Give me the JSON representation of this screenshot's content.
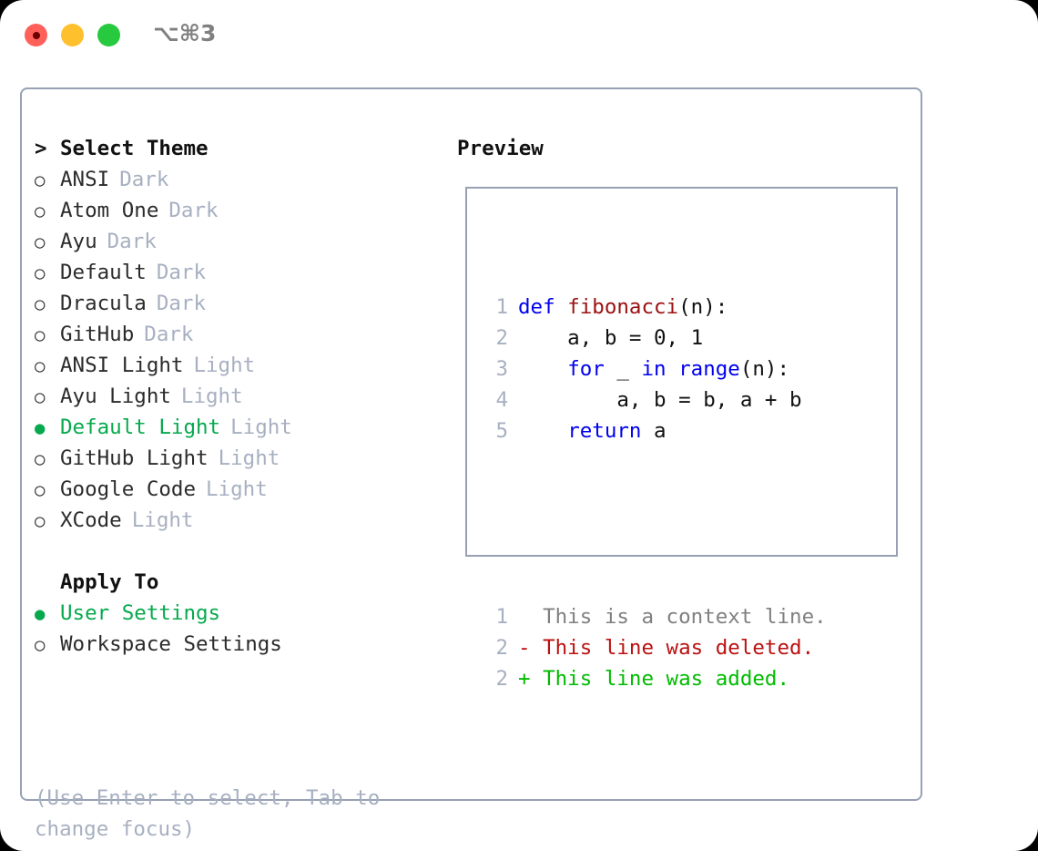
{
  "titlebar": {
    "shortcut": "⌥⌘3",
    "buttons": [
      {
        "name": "close",
        "color": "#ff6059"
      },
      {
        "name": "minimize",
        "color": "#ffc02e"
      },
      {
        "name": "maximize",
        "color": "#27c93f"
      }
    ]
  },
  "theme_section": {
    "header": "Select Theme",
    "caret": ">",
    "bullet_empty": "○",
    "bullet_filled": "●",
    "items": [
      {
        "label": "ANSI",
        "tag": "Dark",
        "selected": false
      },
      {
        "label": "Atom One",
        "tag": "Dark",
        "selected": false
      },
      {
        "label": "Ayu",
        "tag": "Dark",
        "selected": false
      },
      {
        "label": "Default",
        "tag": "Dark",
        "selected": false
      },
      {
        "label": "Dracula",
        "tag": "Dark",
        "selected": false
      },
      {
        "label": "GitHub",
        "tag": "Dark",
        "selected": false
      },
      {
        "label": "ANSI Light",
        "tag": "Light",
        "selected": false
      },
      {
        "label": "Ayu Light",
        "tag": "Light",
        "selected": false
      },
      {
        "label": "Default Light",
        "tag": "Light",
        "selected": true
      },
      {
        "label": "GitHub Light",
        "tag": "Light",
        "selected": false
      },
      {
        "label": "Google Code",
        "tag": "Light",
        "selected": false
      },
      {
        "label": "XCode",
        "tag": "Light",
        "selected": false
      }
    ]
  },
  "apply_section": {
    "header": "Apply To",
    "items": [
      {
        "label": "User Settings",
        "selected": true
      },
      {
        "label": "Workspace Settings",
        "selected": false
      }
    ]
  },
  "hint": {
    "line1": "(Use Enter to select, Tab to",
    "line2": "change focus)"
  },
  "preview": {
    "title": "Preview",
    "code_lines": [
      {
        "num": "1",
        "tokens": [
          {
            "text": "def ",
            "kind": "kw"
          },
          {
            "text": "fibonacci",
            "kind": "fn"
          },
          {
            "text": "(n):",
            "kind": "txt"
          }
        ]
      },
      {
        "num": "2",
        "tokens": [
          {
            "text": "    a, b = 0, 1",
            "kind": "txt"
          }
        ]
      },
      {
        "num": "3",
        "tokens": [
          {
            "text": "    ",
            "kind": "txt"
          },
          {
            "text": "for",
            "kind": "kw"
          },
          {
            "text": " _ ",
            "kind": "txt"
          },
          {
            "text": "in range",
            "kind": "kw"
          },
          {
            "text": "(n):",
            "kind": "txt"
          }
        ]
      },
      {
        "num": "4",
        "tokens": [
          {
            "text": "        a, b = b, a + b",
            "kind": "txt"
          }
        ]
      },
      {
        "num": "5",
        "tokens": [
          {
            "text": "    ",
            "kind": "txt"
          },
          {
            "text": "return",
            "kind": "kw"
          },
          {
            "text": " a",
            "kind": "txt"
          }
        ]
      }
    ],
    "diff_lines": [
      {
        "num": "1",
        "marker": "  ",
        "text": "This is a context line.",
        "kind": "ctx"
      },
      {
        "num": "2",
        "marker": "- ",
        "text": "This line was deleted.",
        "kind": "del"
      },
      {
        "num": "2",
        "marker": "+ ",
        "text": "This line was added.",
        "kind": "add"
      }
    ]
  },
  "colors": {
    "accent_green": "#06a94d",
    "border": "#97a1b3",
    "muted": "#a7b0c1",
    "keyword": "#0000ee",
    "function": "#9a1111",
    "diff_add": "#00bb00",
    "diff_del": "#bb1111",
    "diff_ctx": "#808080"
  }
}
